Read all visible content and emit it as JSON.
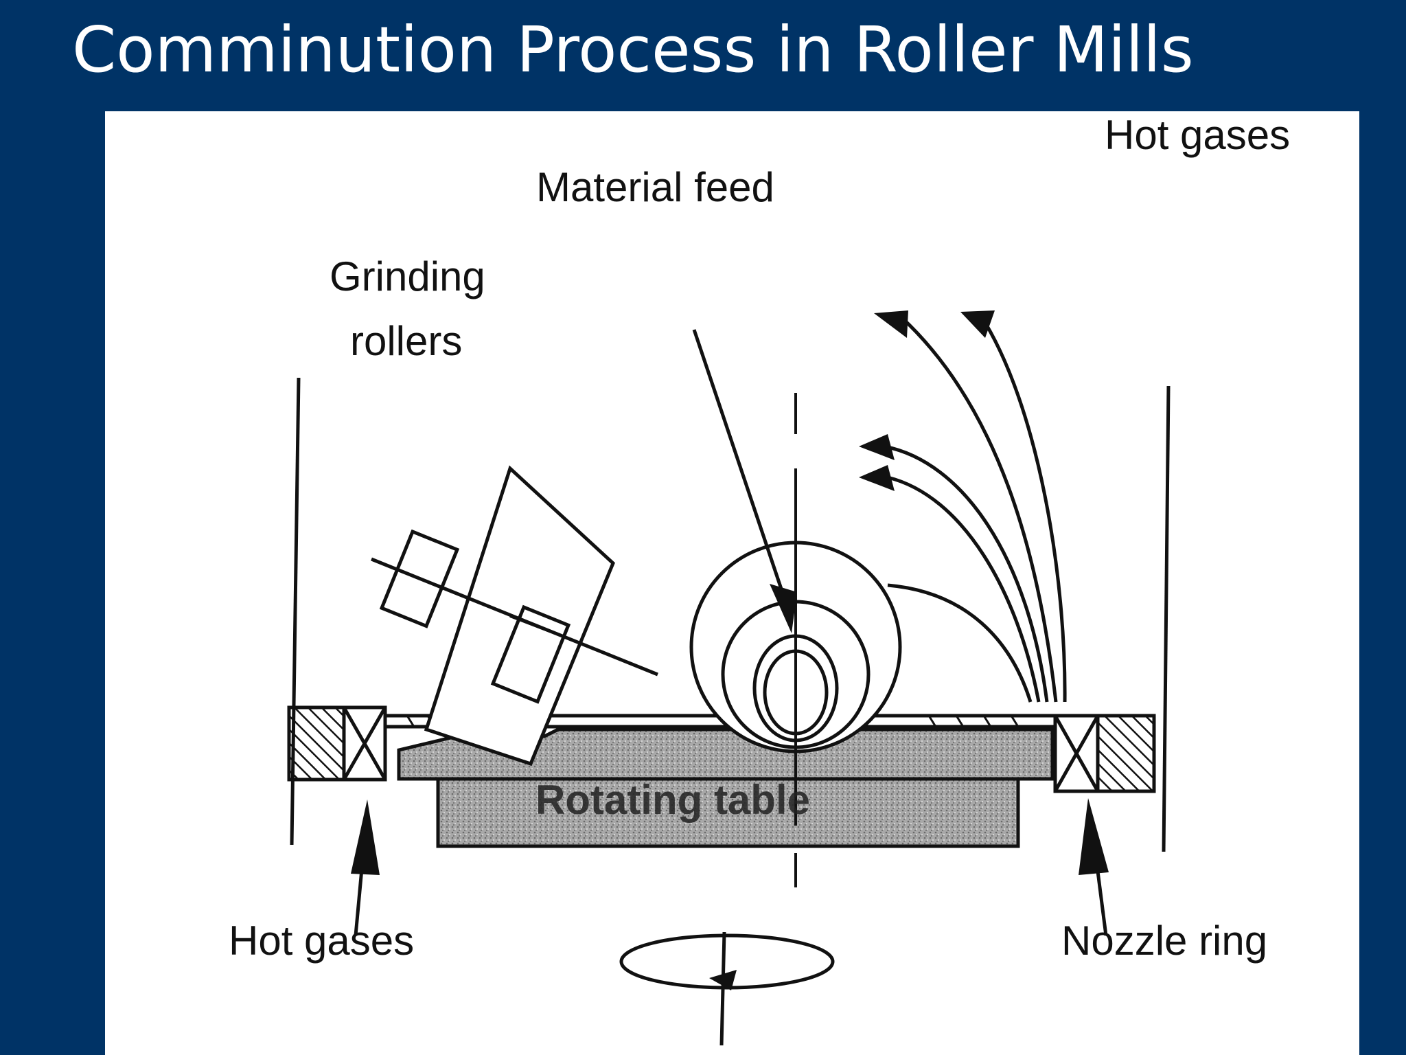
{
  "slide": {
    "title": "Comminution Process in Roller Mills"
  },
  "diagram": {
    "labels": {
      "hot_gases_top": "Hot gases",
      "material_feed": "Material feed",
      "grinding_rollers_line1": "Grinding",
      "grinding_rollers_line2": "rollers",
      "rotating_table": "Rotating table",
      "hot_gases_bottom": "Hot gases",
      "nozzle_ring": "Nozzle ring"
    },
    "colors": {
      "background": "#003366",
      "figure": "#ffffff",
      "ink": "#111111",
      "table_fill": "#9a9a9a"
    }
  }
}
